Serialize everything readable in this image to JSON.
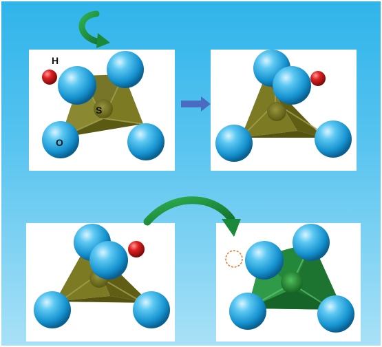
{
  "labels": {
    "hydrogen": "H",
    "sulfur": "S",
    "oxygen": "O"
  },
  "colors": {
    "background_top": "#2fb4ea",
    "background_bottom": "#a9e1f7",
    "oxygen_atom": "#1fa4e0",
    "hydrogen_atom": "#d11a1a",
    "tetrahedron_olive": "#6b6a16",
    "tetrahedron_green": "#1e7a2a",
    "rotate_arrow": "#1a8a3a",
    "right_arrow": "#4a6cc0"
  },
  "icons": {
    "rotation": "curved-rotation-arrow-icon",
    "transition": "right-arrow-icon",
    "transfer": "curved-transfer-arrow-icon"
  }
}
